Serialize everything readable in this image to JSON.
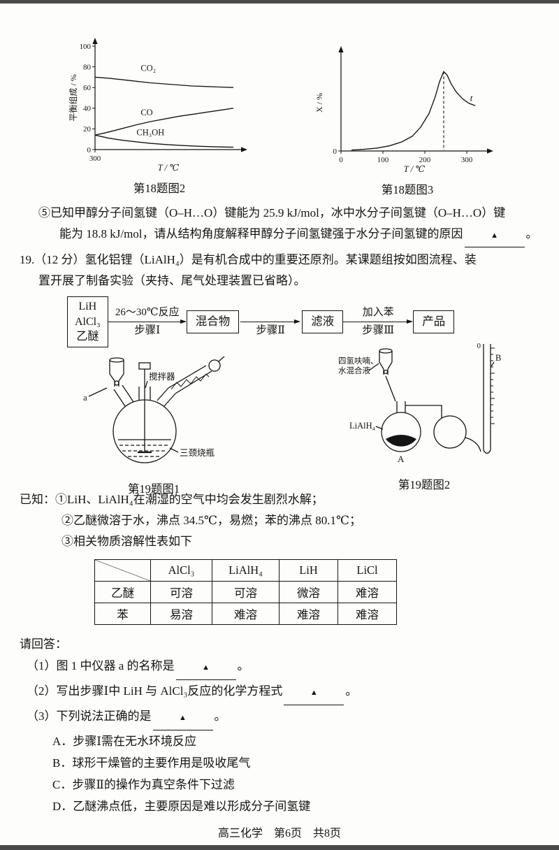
{
  "chart_data": [
    {
      "id": "q18-fig2",
      "type": "line",
      "caption": "第18题图2",
      "xlabel": "T / ℃",
      "ylabel": "平衡组成 / %",
      "xlim": [
        0,
        1
      ],
      "ylim": [
        0,
        100
      ],
      "xticks": [
        {
          "v": 0,
          "label": "300"
        }
      ],
      "yticks": [
        {
          "v": 0,
          "label": "0"
        },
        {
          "v": 20,
          "label": "20"
        },
        {
          "v": 40,
          "label": "40"
        },
        {
          "v": 60,
          "label": "60"
        },
        {
          "v": 80,
          "label": "80"
        },
        {
          "v": 100,
          "label": "100"
        }
      ],
      "series": [
        {
          "name": "CO₂",
          "x": [
            0,
            0.1,
            0.2,
            0.3,
            0.4,
            0.5,
            0.6,
            0.7,
            0.8,
            0.9,
            1
          ],
          "y": [
            70,
            69,
            67.5,
            66,
            64.5,
            63.5,
            62.5,
            61.5,
            61,
            60.5,
            60
          ],
          "lx": 0.33,
          "ly": 76
        },
        {
          "name": "CO",
          "x": [
            0,
            0.1,
            0.2,
            0.3,
            0.4,
            0.5,
            0.6,
            0.7,
            0.8,
            0.9,
            1
          ],
          "y": [
            14,
            17,
            20.5,
            24,
            27,
            29.5,
            32,
            34,
            36,
            38,
            40
          ],
          "lx": 0.33,
          "ly": 33
        },
        {
          "name": "CH₃OH",
          "x": [
            0,
            0.1,
            0.2,
            0.3,
            0.4,
            0.5,
            0.6,
            0.7,
            0.8,
            0.9,
            1
          ],
          "y": [
            14,
            11,
            9,
            7.5,
            6,
            5,
            4.2,
            3.5,
            3,
            2.6,
            2.3
          ],
          "lx": 0.3,
          "ly": 14
        }
      ]
    },
    {
      "id": "q18-fig3",
      "type": "line",
      "caption": "第18题图3",
      "xlabel": "T / ℃",
      "ylabel": "X / %",
      "xlim": [
        0,
        330
      ],
      "ylim": [
        0,
        85
      ],
      "xticks": [
        {
          "v": 0,
          "label": "0"
        },
        {
          "v": 100,
          "label": "100"
        },
        {
          "v": 200,
          "label": "200"
        },
        {
          "v": 300,
          "label": "300"
        }
      ],
      "yticks": [
        {
          "v": 0,
          "label": "0"
        }
      ],
      "dashed": {
        "x": 245,
        "ytop": 70
      },
      "annotation": {
        "text": "t",
        "x": 308,
        "y": 44
      },
      "series": [
        {
          "name": "X",
          "x": [
            25,
            55,
            85,
            115,
            145,
            170,
            190,
            210,
            225,
            235,
            245,
            253,
            263,
            275,
            290,
            305,
            320
          ],
          "y": [
            0.8,
            1.5,
            2.5,
            4.5,
            8,
            13,
            21,
            33,
            48,
            61,
            70,
            67,
            59,
            52,
            46,
            42,
            40
          ]
        }
      ]
    }
  ],
  "captions": {
    "fig18_2": "第18题图2",
    "fig18_3": "第18题图3",
    "fig19_1": "第19题图1",
    "fig19_2": "第19题图2"
  },
  "texts": {
    "h5_line1": "⑤已知甲醇分子间氢键（O–H…O）键能为 25.9 kJ/mol，冰中水分子间氢键（O–H…O）键",
    "h5_line2": "能为 18.8 kJ/mol，请从结构角度解释甲醇分子间氢键强于水分子间氢键的原因",
    "q19_line1": "19.（12 分）氢化铝锂（LiAlH₄）是有机合成中的重要还原剂。某课题组按如图流程、装",
    "q19_line2": "置开展了制备实验（夹持、尾气处理装置已省略）。",
    "known_1": "已知：①LiH、LiAlH₄在潮湿的空气中均会发生剧烈水解；",
    "known_2": "②乙醚微溶于水，沸点 34.5℃，易燃；苯的沸点 80.1℃；",
    "known_3": "③相关物质溶解性表如下",
    "ask": "请回答：",
    "q1": "（1）图 1 中仪器 a 的名称是",
    "q2": "（2）写出步骤Ⅰ中 LiH 与 AlCl₃反应的化学方程式",
    "q3": "（3）下列说法正确的是",
    "period": "。",
    "blank_mark": "▲"
  },
  "options": [
    "A．步骤Ⅰ需在无水环境反应",
    "B．球形干燥管的主要作用是吸收尾气",
    "C．步骤Ⅱ的操作为真空条件下过滤",
    "D．乙醚沸点低，主要原因是难以形成分子间氢键"
  ],
  "flow": {
    "reactants": [
      "LiH",
      "AlCl₃",
      "乙醚"
    ],
    "step1_above": "26～30℃反应",
    "step1_below": "步骤Ⅰ",
    "step2_below": "步骤Ⅱ",
    "step3_above": "加入苯",
    "step3_below": "步骤Ⅲ",
    "box1": "混合物",
    "box2": "滤液",
    "box3": "产品"
  },
  "fig19_1": {
    "a_label": "a",
    "stirrer": "搅拌器",
    "flask": "三颈烧瓶"
  },
  "fig19_2": {
    "solution1": "四氢呋喃、",
    "solution2": "水混合液",
    "substance": "LiAlH₄",
    "a": "A",
    "b": "B",
    "zero": "0"
  },
  "table": {
    "headers": [
      "",
      "AlCl₃",
      "LiAlH₄",
      "LiH",
      "LiCl"
    ],
    "rows": [
      {
        "label": "乙醚",
        "cells": [
          "可溶",
          "可溶",
          "微溶",
          "难溶"
        ]
      },
      {
        "label": "苯",
        "cells": [
          "易溶",
          "难溶",
          "难溶",
          "难溶"
        ]
      }
    ]
  },
  "footer": "高三化学　第6页　共8页"
}
